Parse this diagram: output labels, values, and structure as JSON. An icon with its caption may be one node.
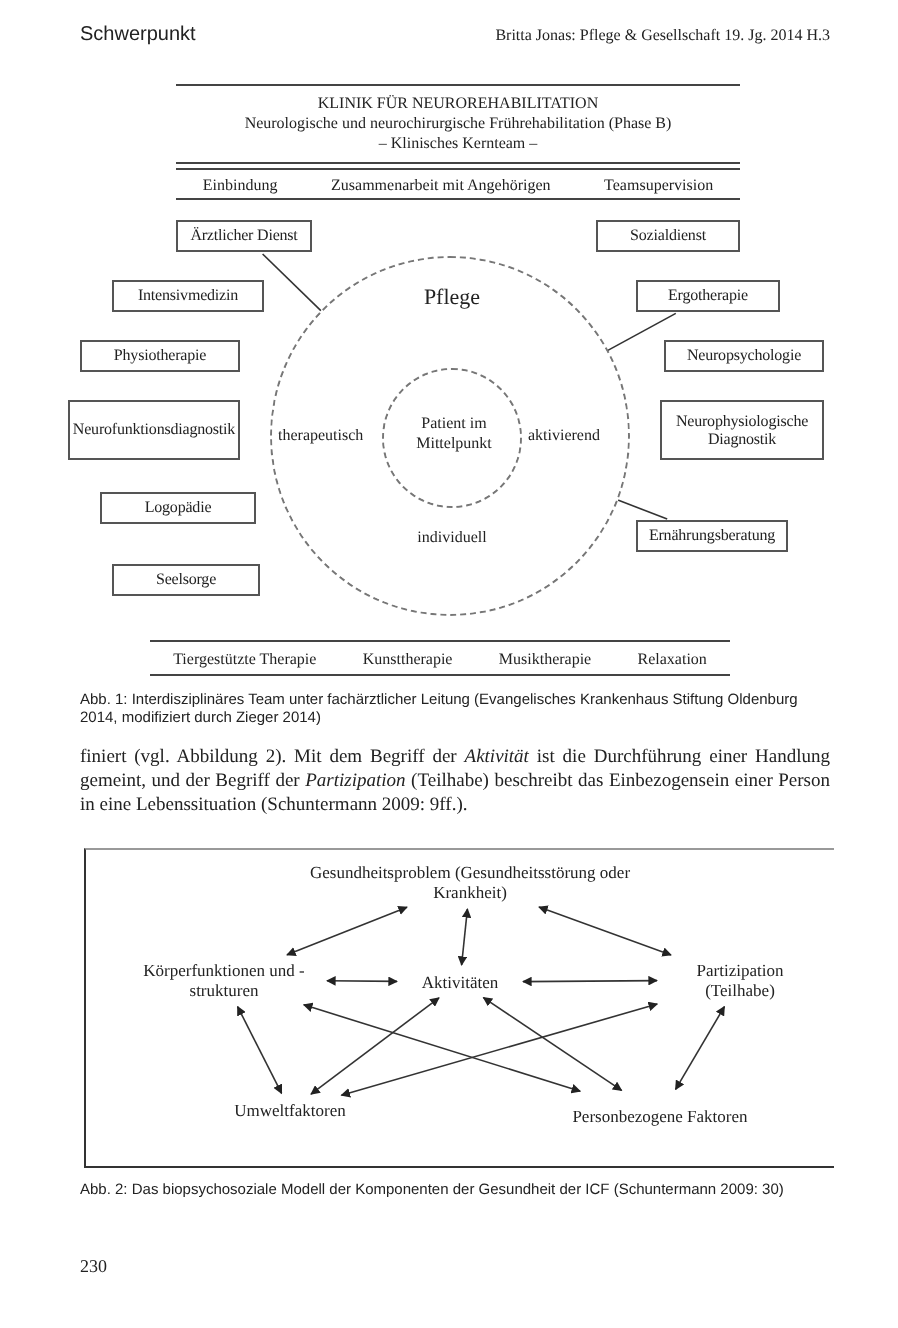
{
  "diagram": {
    "nodes": [
      {
        "text": [
          "KLINIK FÜR NEUROREHABILITATION",
          "Neurologische und neurochirurgische Frührehabilitation (Phase B)",
          "– Klinisches Kernteam –"
        ]
      },
      {
        "text": [
          "Einbindung",
          "Zusammenarbeit mit Angehörigen",
          "Teamsupervision"
        ]
      },
      {
        "text": [
          "Ärztlicher Dienst"
        ]
      },
      {
        "text": [
          "Sozialdienst"
        ]
      },
      {
        "text": [
          "Pflege",
          "therapeutisch",
          "aktivierend",
          "individuell"
        ]
      },
      {
        "text": [
          "Patient im Mittelpunkt"
        ],
        "in": 4
      },
      {
        "text": [
          "Intensivmedizin"
        ]
      },
      {
        "text": [
          "Ergotherapie"
        ]
      },
      {
        "text": [
          "Physiotherapie"
        ]
      },
      {
        "text": [
          "Neuropsychologie"
        ]
      },
      {
        "text": [
          "Neurofunktionsdiagnostik"
        ]
      },
      {
        "text": [
          "Neurophysiologische Diagnostik"
        ]
      },
      {
        "text": [
          "Logopädie"
        ]
      },
      {
        "text": [
          "Ernährungsberatung"
        ]
      },
      {
        "text": [
          "Seelsorge"
        ]
      },
      {
        "text": [
          "Tiergestützte Therapie",
          "Kunsttherapie",
          "Musiktherapie",
          "Relaxation"
        ]
      },
      {
        "text": [
          "Gesundheitsproblem (Gesundheitsstörung oder Krankheit)"
        ]
      },
      {
        "text": [
          "Körperfunktionen und -strukturen"
        ]
      },
      {
        "text": [
          "Aktivitäten"
        ]
      },
      {
        "text": [
          "Partizipation (Teilhabe)"
        ]
      },
      {
        "text": [
          "Umweltfaktoren"
        ]
      },
      {
        "text": [
          "Personbezogene Faktoren"
        ]
      }
    ],
    "edges": [
      {
        "from": 2,
        "to": 4,
        "arrow": "none"
      },
      {
        "from": 7,
        "to": 4,
        "arrow": "none"
      },
      {
        "from": 13,
        "to": 4,
        "arrow": "none"
      },
      {
        "from": 16,
        "to": 17,
        "arrow": "both"
      },
      {
        "from": 16,
        "to": 18,
        "arrow": "both"
      },
      {
        "from": 16,
        "to": 19,
        "arrow": "both"
      },
      {
        "from": 17,
        "to": 18,
        "arrow": "both"
      },
      {
        "from": 18,
        "to": 19,
        "arrow": "both"
      },
      {
        "from": 20,
        "to": 17,
        "arrow": "both"
      },
      {
        "from": 20,
        "to": 18,
        "arrow": "both"
      },
      {
        "from": 20,
        "to": 19,
        "arrow": "both"
      },
      {
        "from": 21,
        "to": 17,
        "arrow": "both"
      },
      {
        "from": 21,
        "to": 18,
        "arrow": "both"
      },
      {
        "from": 21,
        "to": 19,
        "arrow": "both"
      }
    ],
    "labels": [
      "Schwerpunkt",
      "Britta Jonas: Pflege & Gesellschaft 19. Jg. 2014 H.3",
      "Abb. 1: Interdisziplinäres Team unter fachärztlicher Leitung (Evangelisches Krankenhaus Stiftung Oldenburg 2014, modifiziert durch Zieger 2014)",
      "finiert (vgl. Abbildung 2). Mit dem Begriff der *Aktivität* ist die Durchführung einer Handlung gemeint, und der Begriff der *Partizipation* (Teilhabe) beschreibt das Einbezogensein einer Person in eine Lebenssituation (Schuntermann 2009: 9ff.).",
      "Abb. 2: Das biopsychosoziale Modell der Komponenten der Gesundheit der ICF (Schuntermann 2009: 30)",
      "230"
    ]
  }
}
